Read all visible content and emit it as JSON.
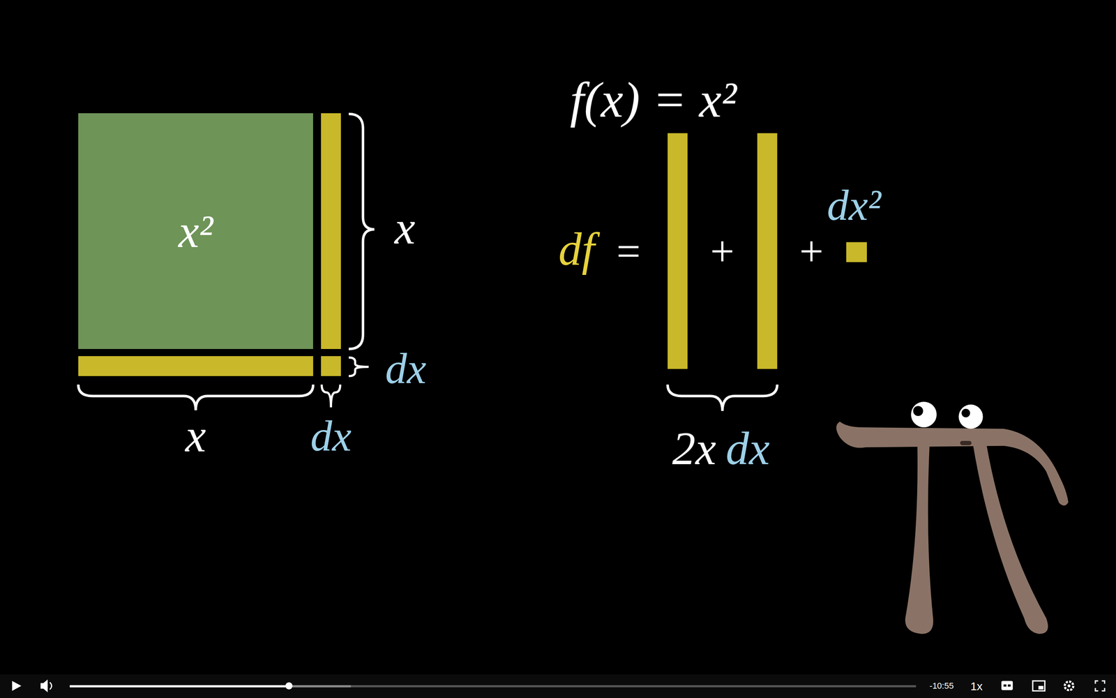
{
  "diagram": {
    "nodes": [
      {
        "text": [
          "x²"
        ]
      },
      {
        "text": [
          "-10:55",
          "1x"
        ]
      }
    ],
    "labels": [
      "x",
      "dx",
      "x",
      "dx",
      "f(x) = x²",
      "df",
      "=",
      "+",
      "+",
      "dx²",
      "2x",
      "dx"
    ]
  }
}
